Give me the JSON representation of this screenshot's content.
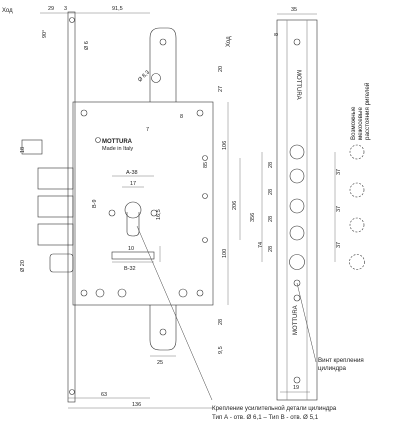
{
  "brand": {
    "name": "MOTTURA",
    "tagline": "Made in Italy",
    "mirrored_name": "MOTTURA"
  },
  "labels": {
    "hod_top": "Ход",
    "hod_right": "Ход",
    "possible_spacing": "Возможные\nмежосевые\nрасстояния ригелей",
    "screw_note": "Винт крепления\nцилиндра",
    "plate_note_1": "Крепление усилительной детали цилиндра",
    "plate_note_2": "Тип А - отв. Ø 6,1 – Тип В - отв. Ø 5,1"
  },
  "dimensions": {
    "d29": "29",
    "d3": "3",
    "d915": "91,5",
    "d90": "90°",
    "d6": "Ø 6",
    "d83": "Ø 8,3",
    "d20a": "20",
    "d27": "27",
    "d7": "7",
    "d8": "8",
    "d18": "18",
    "d38": "A-38",
    "d17": "17",
    "d9": "B-9",
    "d10": "10",
    "d32": "B-32",
    "d165": "16,5",
    "d85": "85",
    "d106": "106",
    "d206": "206",
    "d100": "100",
    "d356": "356",
    "d28a": "28",
    "d95": "9,5",
    "d20b": "Ø 20",
    "d25": "25",
    "d63": "63",
    "d136": "136",
    "d35": "35",
    "d28b": "28",
    "d28c": "28",
    "d28d": "28",
    "d74": "74",
    "d28e": "28",
    "d19": "19",
    "d37a": "37",
    "d37b": "37",
    "d37c": "37",
    "d8b": "8"
  }
}
